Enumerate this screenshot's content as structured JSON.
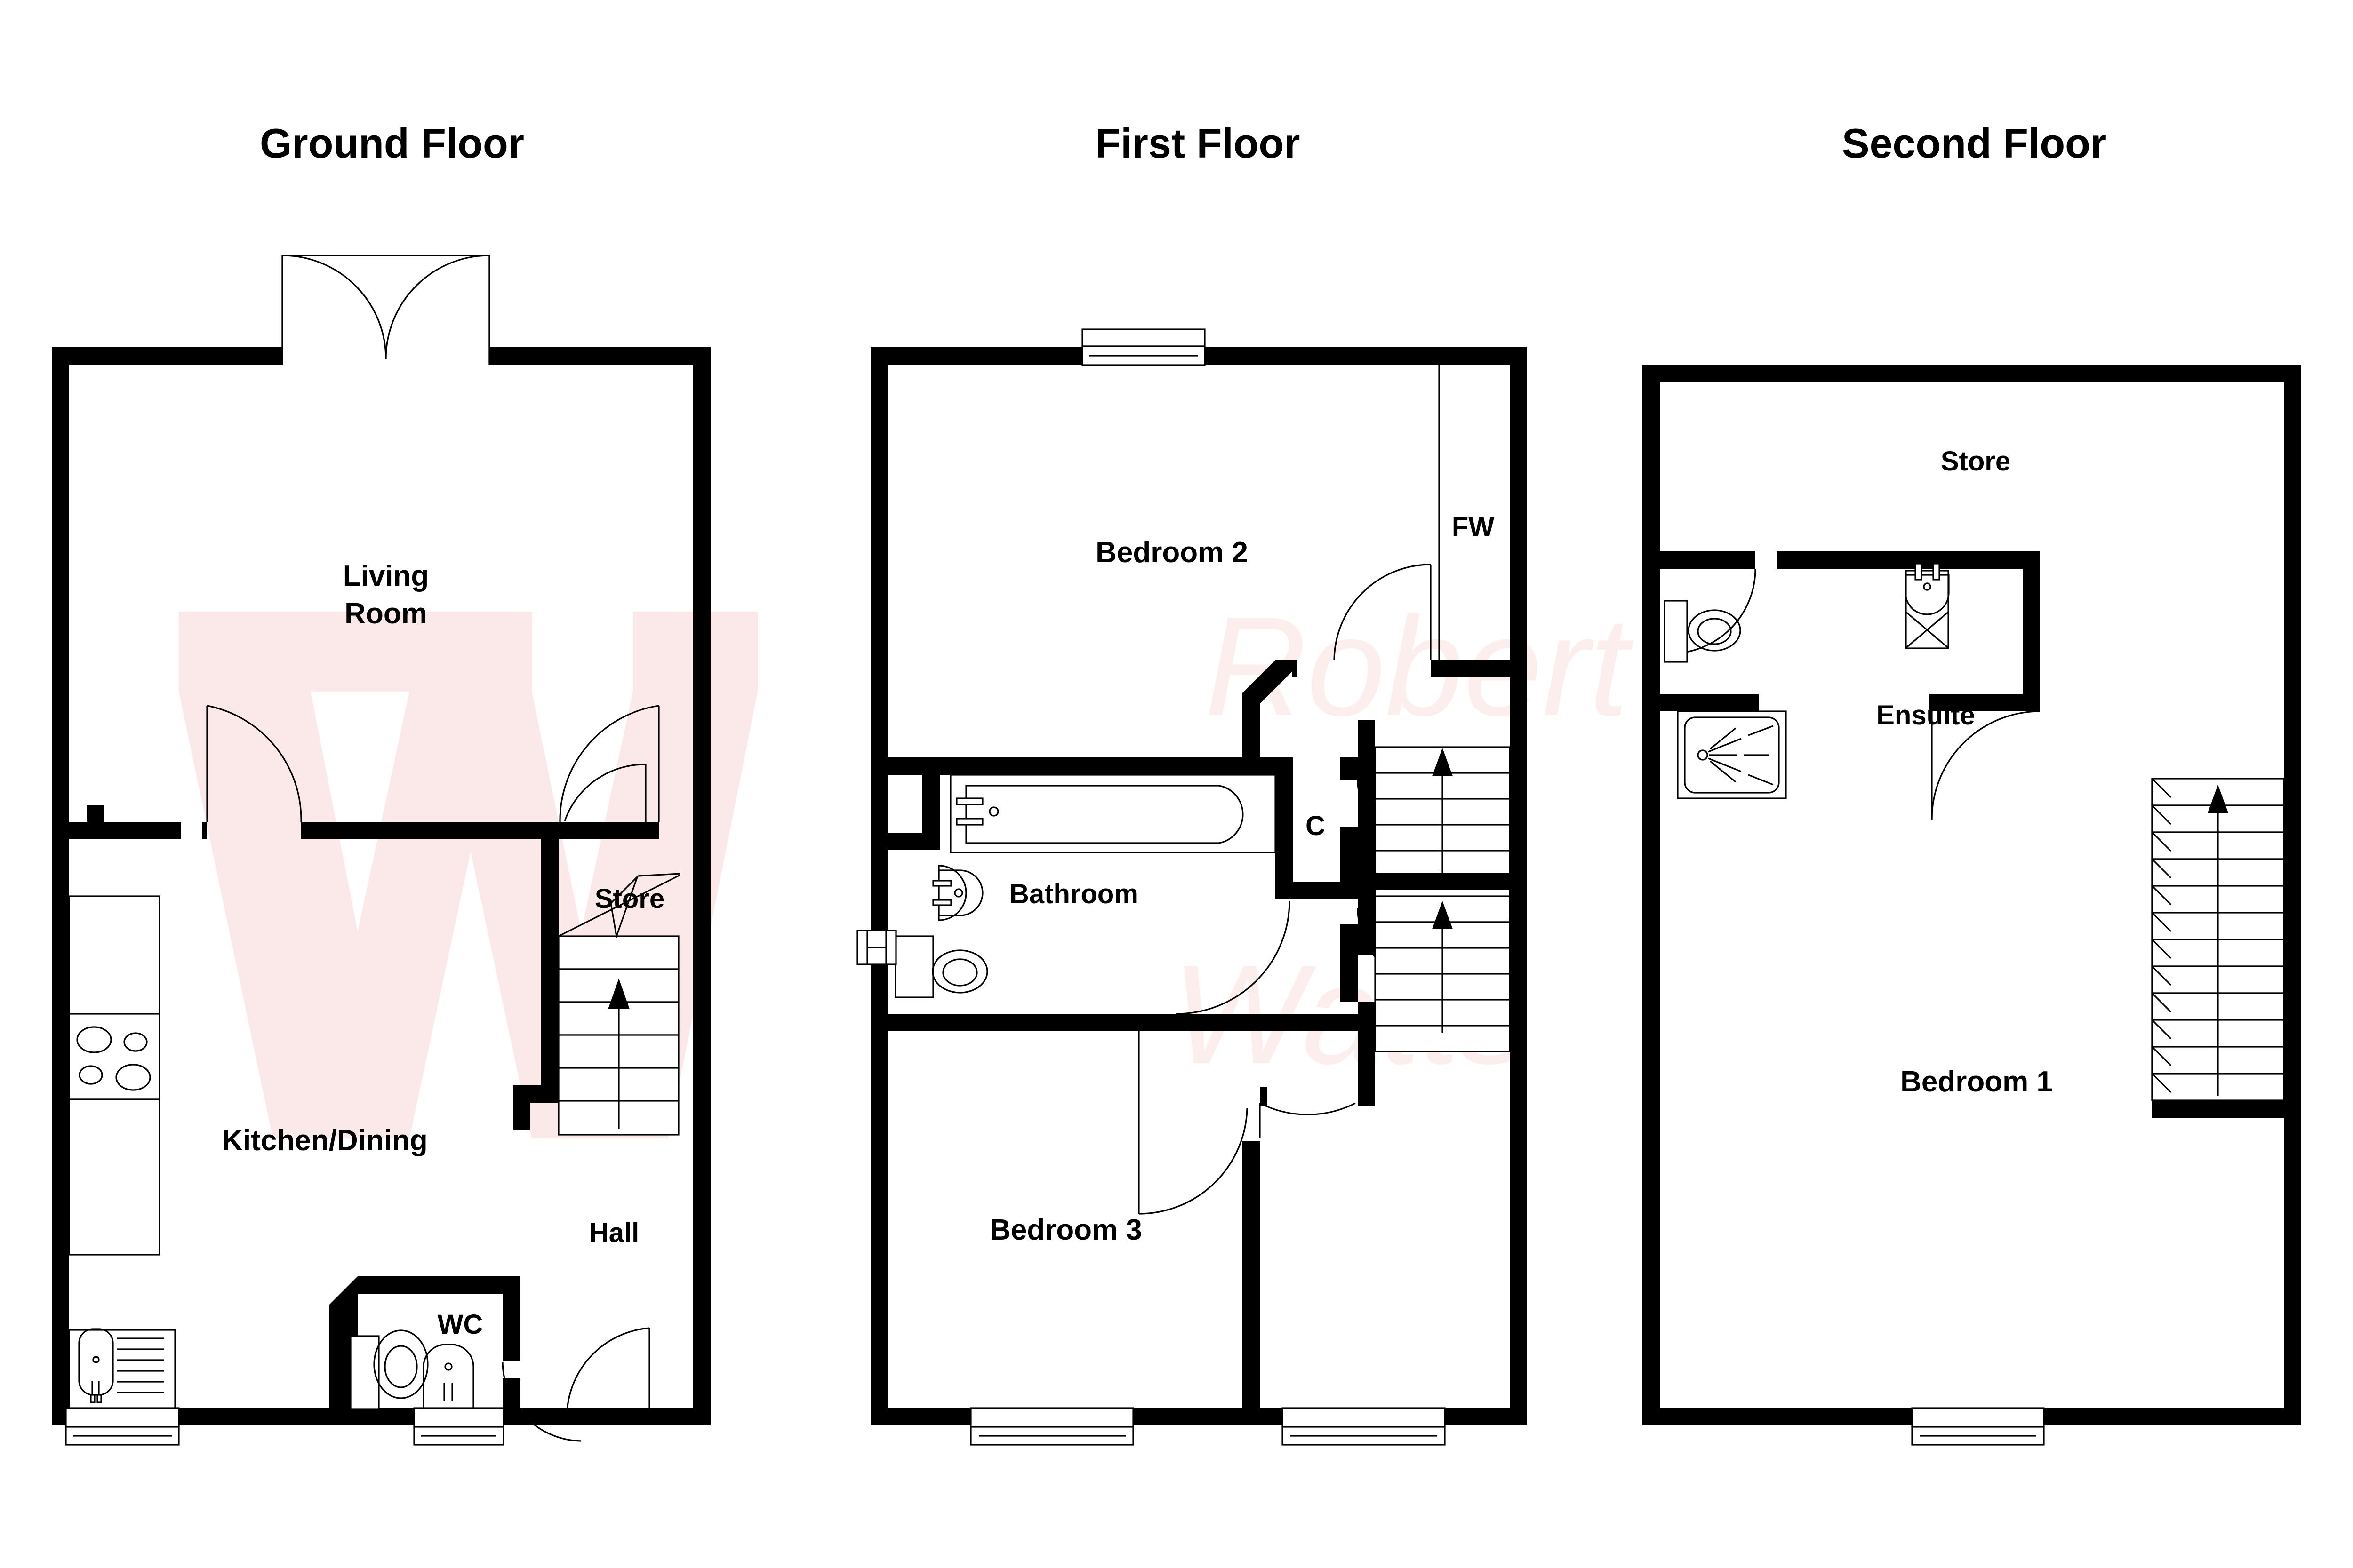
{
  "document": {
    "type": "floorplan",
    "watermark": {
      "text": "Robert Watts",
      "logo": "W",
      "color": "#fbe9e9"
    },
    "colors": {
      "wall": "#000000",
      "background": "#ffffff",
      "fixture_line": "#000000",
      "watermark": "#fbe9e9"
    }
  },
  "floors": [
    {
      "id": "ground",
      "title": "Ground Floor",
      "rooms": [
        {
          "name": "Living Room",
          "label_lines": [
            "Living",
            "Room"
          ]
        },
        {
          "name": "Kitchen/Dining",
          "label_lines": [
            "Kitchen/Dining"
          ]
        },
        {
          "name": "Store",
          "label_lines": [
            "Store"
          ]
        },
        {
          "name": "Hall",
          "label_lines": [
            "Hall"
          ]
        },
        {
          "name": "WC",
          "label_lines": [
            "WC"
          ]
        }
      ],
      "features": [
        "french-doors",
        "kitchen-units",
        "hob",
        "sink",
        "drainer",
        "wc-toilet",
        "wc-basin",
        "staircase-up",
        "front-door",
        "windows"
      ]
    },
    {
      "id": "first",
      "title": "First Floor",
      "rooms": [
        {
          "name": "Bedroom 2",
          "label_lines": [
            "Bedroom 2"
          ]
        },
        {
          "name": "Bedroom 3",
          "label_lines": [
            "Bedroom 3"
          ]
        },
        {
          "name": "Bathroom",
          "label_lines": [
            "Bathroom"
          ]
        },
        {
          "name": "C",
          "label_lines": [
            "C"
          ]
        },
        {
          "name": "FW",
          "label_lines": [
            "FW"
          ]
        }
      ],
      "features": [
        "bath",
        "basin",
        "toilet",
        "radiator",
        "staircase-up",
        "staircase-down",
        "windows"
      ]
    },
    {
      "id": "second",
      "title": "Second Floor",
      "rooms": [
        {
          "name": "Store",
          "label_lines": [
            "Store"
          ]
        },
        {
          "name": "Ensuite",
          "label_lines": [
            "Ensuite"
          ]
        },
        {
          "name": "Bedroom 1",
          "label_lines": [
            "Bedroom 1"
          ]
        }
      ],
      "features": [
        "shower-tray",
        "basin",
        "toilet",
        "staircase-down",
        "window"
      ]
    }
  ],
  "labels": {
    "ground_floor_title": "Ground Floor",
    "first_floor_title": "First Floor",
    "second_floor_title": "Second Floor",
    "living_room_line1": "Living",
    "living_room_line2": "Room",
    "kitchen_dining": "Kitchen/Dining",
    "store_ground": "Store",
    "hall": "Hall",
    "wc": "WC",
    "bedroom_2": "Bedroom 2",
    "bedroom_3": "Bedroom 3",
    "bathroom": "Bathroom",
    "cupboard": "C",
    "fw": "FW",
    "store_second": "Store",
    "ensuite": "Ensuite",
    "bedroom_1": "Bedroom 1",
    "watermark_name": "Robert",
    "watermark_surname": "Watts"
  }
}
